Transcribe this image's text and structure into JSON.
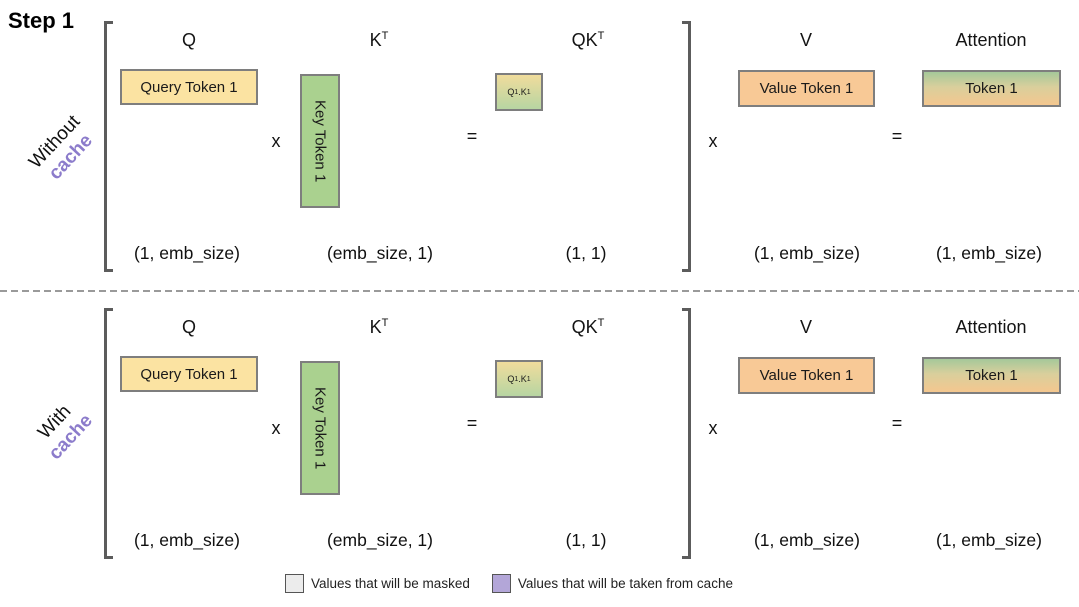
{
  "title": "Step 1",
  "rows": [
    {
      "label": {
        "line1": "Without",
        "line2": "cache"
      },
      "headers": {
        "q": "Q",
        "k_base": "K",
        "k_sup": "T",
        "qk_base": "QK",
        "qk_sup": "T",
        "v": "V",
        "attention": "Attention"
      },
      "boxes": {
        "query": "Query Token 1",
        "key": "Key Token 1",
        "qk": {
          "q": "Q",
          "q_sub": "1",
          "dot": ".",
          "k": "K",
          "k_sub": "1"
        },
        "value": "Value Token 1",
        "attention": "Token 1"
      },
      "operators": {
        "times_qk": "x",
        "equals_qk": "=",
        "times_v": "x",
        "equals_att": "="
      },
      "dims": {
        "q": "(1, emb_size)",
        "k": "(emb_size, 1)",
        "qk": "(1, 1)",
        "v": "(1, emb_size)",
        "attention": "(1, emb_size)"
      }
    },
    {
      "label": {
        "line1": "With",
        "line2": "cache"
      },
      "headers": {
        "q": "Q",
        "k_base": "K",
        "k_sup": "T",
        "qk_base": "QK",
        "qk_sup": "T",
        "v": "V",
        "attention": "Attention"
      },
      "boxes": {
        "query": "Query Token 1",
        "key": "Key Token 1",
        "qk": {
          "q": "Q",
          "q_sub": "1",
          "dot": ".",
          "k": "K",
          "k_sub": "1"
        },
        "value": "Value Token 1",
        "attention": "Token 1"
      },
      "operators": {
        "times_qk": "x",
        "equals_qk": "=",
        "times_v": "x",
        "equals_att": "="
      },
      "dims": {
        "q": "(1, emb_size)",
        "k": "(emb_size, 1)",
        "qk": "(1, 1)",
        "v": "(1, emb_size)",
        "attention": "(1, emb_size)"
      }
    }
  ],
  "legend": [
    {
      "label": "Values that will be masked",
      "color": "#ececec"
    },
    {
      "label": "Values that will be taken from cache",
      "color": "#b3a6d8"
    }
  ],
  "colors": {
    "query_box": "#fbe3a2",
    "key_box": "#aad18f",
    "value_box": "#f8c996",
    "qk_gradient_top": "#f0dc9c",
    "qk_gradient_bottom": "#b7d5a2",
    "attention_gradient_top": "#a5c89a",
    "attention_gradient_bottom": "#f4c78f",
    "cache_text": "#8c7ccb",
    "bracket": "#5c5c5c"
  }
}
